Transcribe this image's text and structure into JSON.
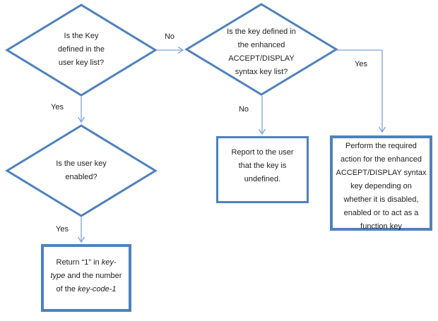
{
  "colors": {
    "shape_border": "#4f81bd",
    "connector": "#7ea2d4",
    "text": "#1f1f1f"
  },
  "diamonds": [
    {
      "name": "user-key-defined",
      "lines": [
        "Is the Key",
        "defined in the",
        "user key list?"
      ]
    },
    {
      "name": "user-key-enabled",
      "lines": [
        "Is the user key",
        "enabled?"
      ]
    },
    {
      "name": "enhanced-key-defined",
      "lines": [
        "Is the key defined in",
        "the enhanced",
        "ACCEPT/DISPLAY",
        "syntax key list?"
      ]
    }
  ],
  "boxes": {
    "report": {
      "lines": [
        "Report to the user",
        "that the key is",
        "undefined."
      ]
    },
    "perform": {
      "lines": [
        "Perform the required",
        "action for the enhanced",
        "ACCEPT/DISPLAY syntax",
        "key depending on",
        "whether it is disabled,",
        "enabled or to act as a",
        "function key"
      ]
    },
    "return": {
      "l1a": "Return “1” in ",
      "l1b": "key-",
      "l2a": "type",
      "l2b": " and the number",
      "l3a": "of the ",
      "l3b": "key-code-1"
    }
  },
  "labels": {
    "no_top": "No",
    "yes_left": "Yes",
    "no_middle": "No",
    "yes_right": "Yes",
    "yes_lower": "Yes"
  }
}
